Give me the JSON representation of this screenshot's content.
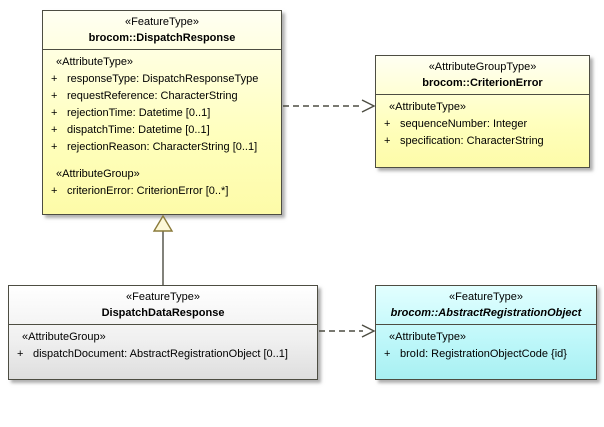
{
  "colors": {
    "class_yellow": "#FFFFBE",
    "class_cyan": "#BDF7F9",
    "class_gray": "#EFEFEF",
    "border": "#4D4D42",
    "connector": "#4D4D42",
    "shadow": "#6E6E6E"
  },
  "classes": {
    "dispatchResponse": {
      "stereotype": "«FeatureType»",
      "name": "brocom::DispatchResponse",
      "sections": [
        {
          "label": "«AttributeType»",
          "attributes": [
            {
              "vis": "+",
              "text": "responseType: DispatchResponseType"
            },
            {
              "vis": "+",
              "text": "requestReference: CharacterString"
            },
            {
              "vis": "+",
              "text": "rejectionTime: Datetime [0..1]"
            },
            {
              "vis": "+",
              "text": "dispatchTime: Datetime [0..1]"
            },
            {
              "vis": "+",
              "text": "rejectionReason: CharacterString [0..1]"
            }
          ]
        },
        {
          "label": "«AttributeGroup»",
          "attributes": [
            {
              "vis": "+",
              "text": "criterionError: CriterionError [0..*]"
            }
          ]
        }
      ]
    },
    "criterionError": {
      "stereotype": "«AttributeGroupType»",
      "name": "brocom::CriterionError",
      "sections": [
        {
          "label": "«AttributeType»",
          "attributes": [
            {
              "vis": "+",
              "text": "sequenceNumber: Integer"
            },
            {
              "vis": "+",
              "text": "specification: CharacterString"
            }
          ]
        }
      ]
    },
    "dispatchDataResponse": {
      "stereotype": "«FeatureType»",
      "name": "DispatchDataResponse",
      "sections": [
        {
          "label": "«AttributeGroup»",
          "attributes": [
            {
              "vis": "+",
              "text": "dispatchDocument: AbstractRegistrationObject [0..1]"
            }
          ]
        }
      ]
    },
    "abstractRegistrationObject": {
      "stereotype": "«FeatureType»",
      "name": "brocom::AbstractRegistrationObject",
      "sections": [
        {
          "label": "«AttributeType»",
          "attributes": [
            {
              "vis": "+",
              "text": "broId: RegistrationObjectCode {id}"
            }
          ]
        }
      ]
    }
  },
  "relationships": {
    "generalization": "DispatchDataResponse → DispatchResponse",
    "dependency_criterion": "DispatchResponse ⇢ CriterionError",
    "dependency_registration": "DispatchDataResponse ⇢ AbstractRegistrationObject"
  }
}
